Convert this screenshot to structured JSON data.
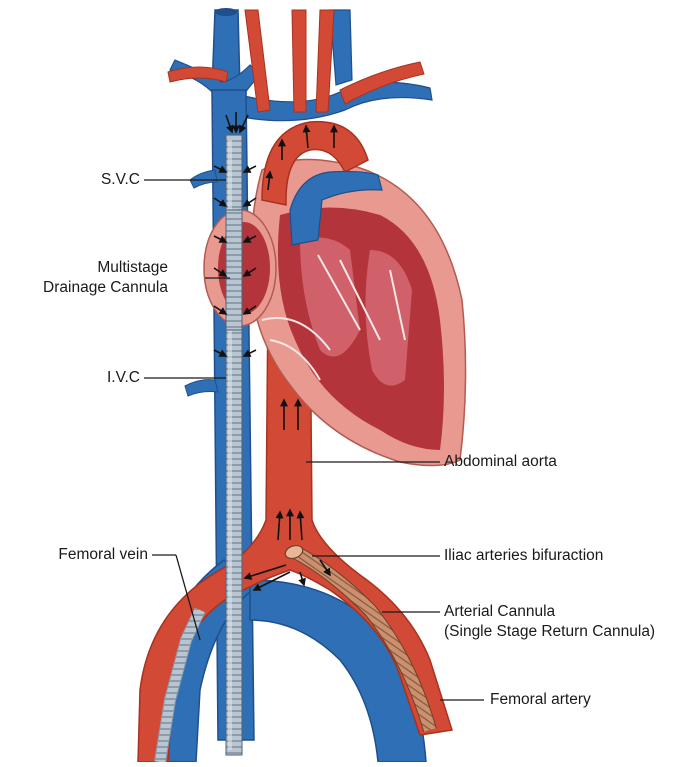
{
  "diagram": {
    "labels": {
      "svc": "S.V.C",
      "cannula_line1": "Multistage",
      "cannula_line2": "Drainage Cannula",
      "ivc": "I.V.C",
      "abdominal_aorta": "Abdominal aorta",
      "femoral_vein": "Femoral vein",
      "iliac_bifurcation": "Iliac arteries bifuraction",
      "arterial_cannula_line1": "Arterial Cannula",
      "arterial_cannula_line2": "(Single Stage Return Cannula)",
      "femoral_artery": "Femoral artery"
    },
    "colors": {
      "vein": "#2f6fb5",
      "vein_dark": "#1f4f8c",
      "artery": "#d24a35",
      "artery_dark": "#a8321f",
      "heart_wall": "#e89a90",
      "heart_inner": "#b3343a",
      "cannula": "#a9b8c6",
      "arterial_cannula": "#c48a6a"
    }
  }
}
